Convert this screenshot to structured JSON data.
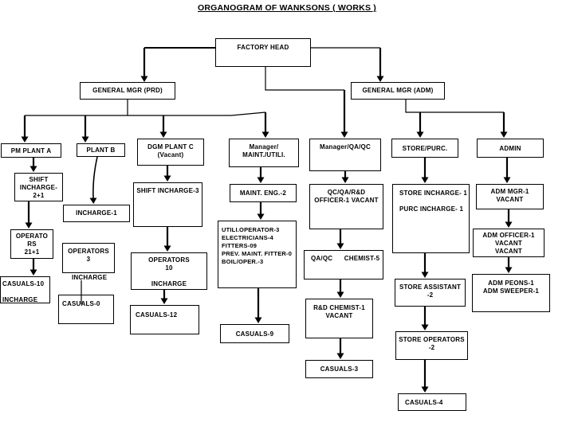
{
  "title": "ORGANOGRAM OF WANKSONS ( WORKS )",
  "colors": {
    "line": "#000000",
    "background": "#ffffff",
    "text": "#000000"
  },
  "nodes": {
    "factory_head": "FACTORY HEAD",
    "gm_prd": "GENERAL MGR (PRD)",
    "gm_adm": "GENERAL MGR (ADM)",
    "pm_plant_a": "PM PLANT A",
    "plant_b": "PLANT B",
    "dgm_plant_c": "DGM PLANT C\n(Vacant)",
    "mgr_maint": "Manager/\nMAINT./UTILI.",
    "mgr_qaqc": "Manager/QA/QC",
    "store_purc": "STORE/PURC.",
    "admin": "ADMIN",
    "shift_incharge_a": "SHIFT\nINCHARGE-\n2+1",
    "incharge_1": "INCHARGE-1",
    "shift_incharge_3": "SHIFT INCHARGE-3",
    "maint_eng": "MAINT. ENG.-2",
    "qc_qa_rd_officer": "QC/QA/R&D\nOFFICER-1 VACANT",
    "store_incharge": "STORE INCHARGE- 1\n\nPURC INCHARGE- 1",
    "adm_mgr": "ADM MGR-1\nVACANT",
    "operators_a": "OPERATO\nRS\n21+1",
    "operators_b": "OPERATORS\n3",
    "operators_c": "OPERATORS\n10\n\nINCHARGE",
    "utili_block": "UTILI.OPERATOR-3\nELECTRICIANS-4\nFITTERS-09\nPREV. MAINT. FITTER-0\nBOIL/OPER.-3",
    "qaqc_chemist": "QA/QC      CHEMIST-5",
    "adm_officer": "ADM OFFICER-1\nVACANT\nVACANT",
    "casuals_10": "CASUALS-10\n\nINCHARGE",
    "casuals_0": "CASUALS-0",
    "casuals_12": "CASUALS-12",
    "casuals_9": "CASUALS-9",
    "rd_chemist": "R&D CHEMIST-1\nVACANT",
    "casuals_3": "CASUALS-3",
    "store_assistant": "STORE ASSISTANT\n-2",
    "store_operators": "STORE OPERATORS\n-2",
    "casuals_4": "CASUALS-4",
    "adm_peons": "ADM PEONS-1\nADM SWEEPER-1"
  },
  "labels": {
    "incharge_floating": "INCHARGE"
  }
}
